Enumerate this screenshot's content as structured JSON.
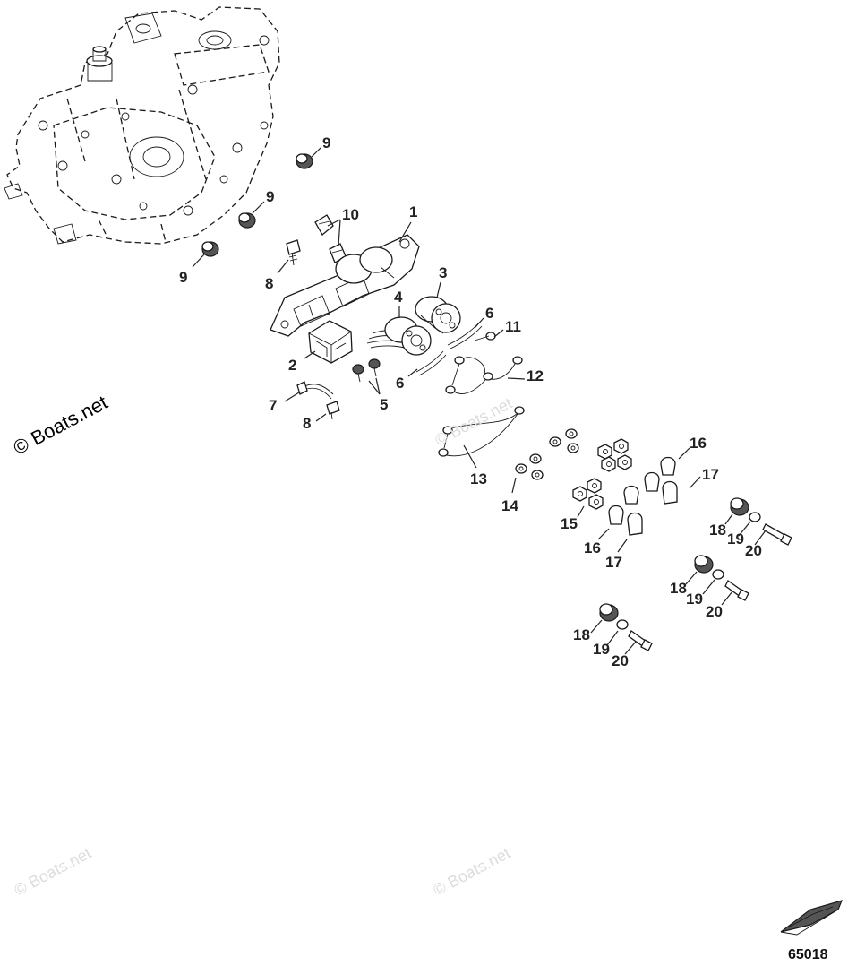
{
  "watermark": {
    "main": "© Boats.net",
    "faint": "© Boats.net"
  },
  "figure_number": "65018",
  "callouts": [
    "1",
    "2",
    "3",
    "4",
    "5",
    "6",
    "6",
    "7",
    "8",
    "8",
    "9",
    "9",
    "9",
    "10",
    "11",
    "12",
    "13",
    "14",
    "15",
    "16",
    "16",
    "17",
    "17",
    "18",
    "18",
    "18",
    "19",
    "19",
    "19",
    "20",
    "20",
    "20"
  ],
  "icons": [
    "engine-block-outline",
    "boat-hull-icon"
  ]
}
